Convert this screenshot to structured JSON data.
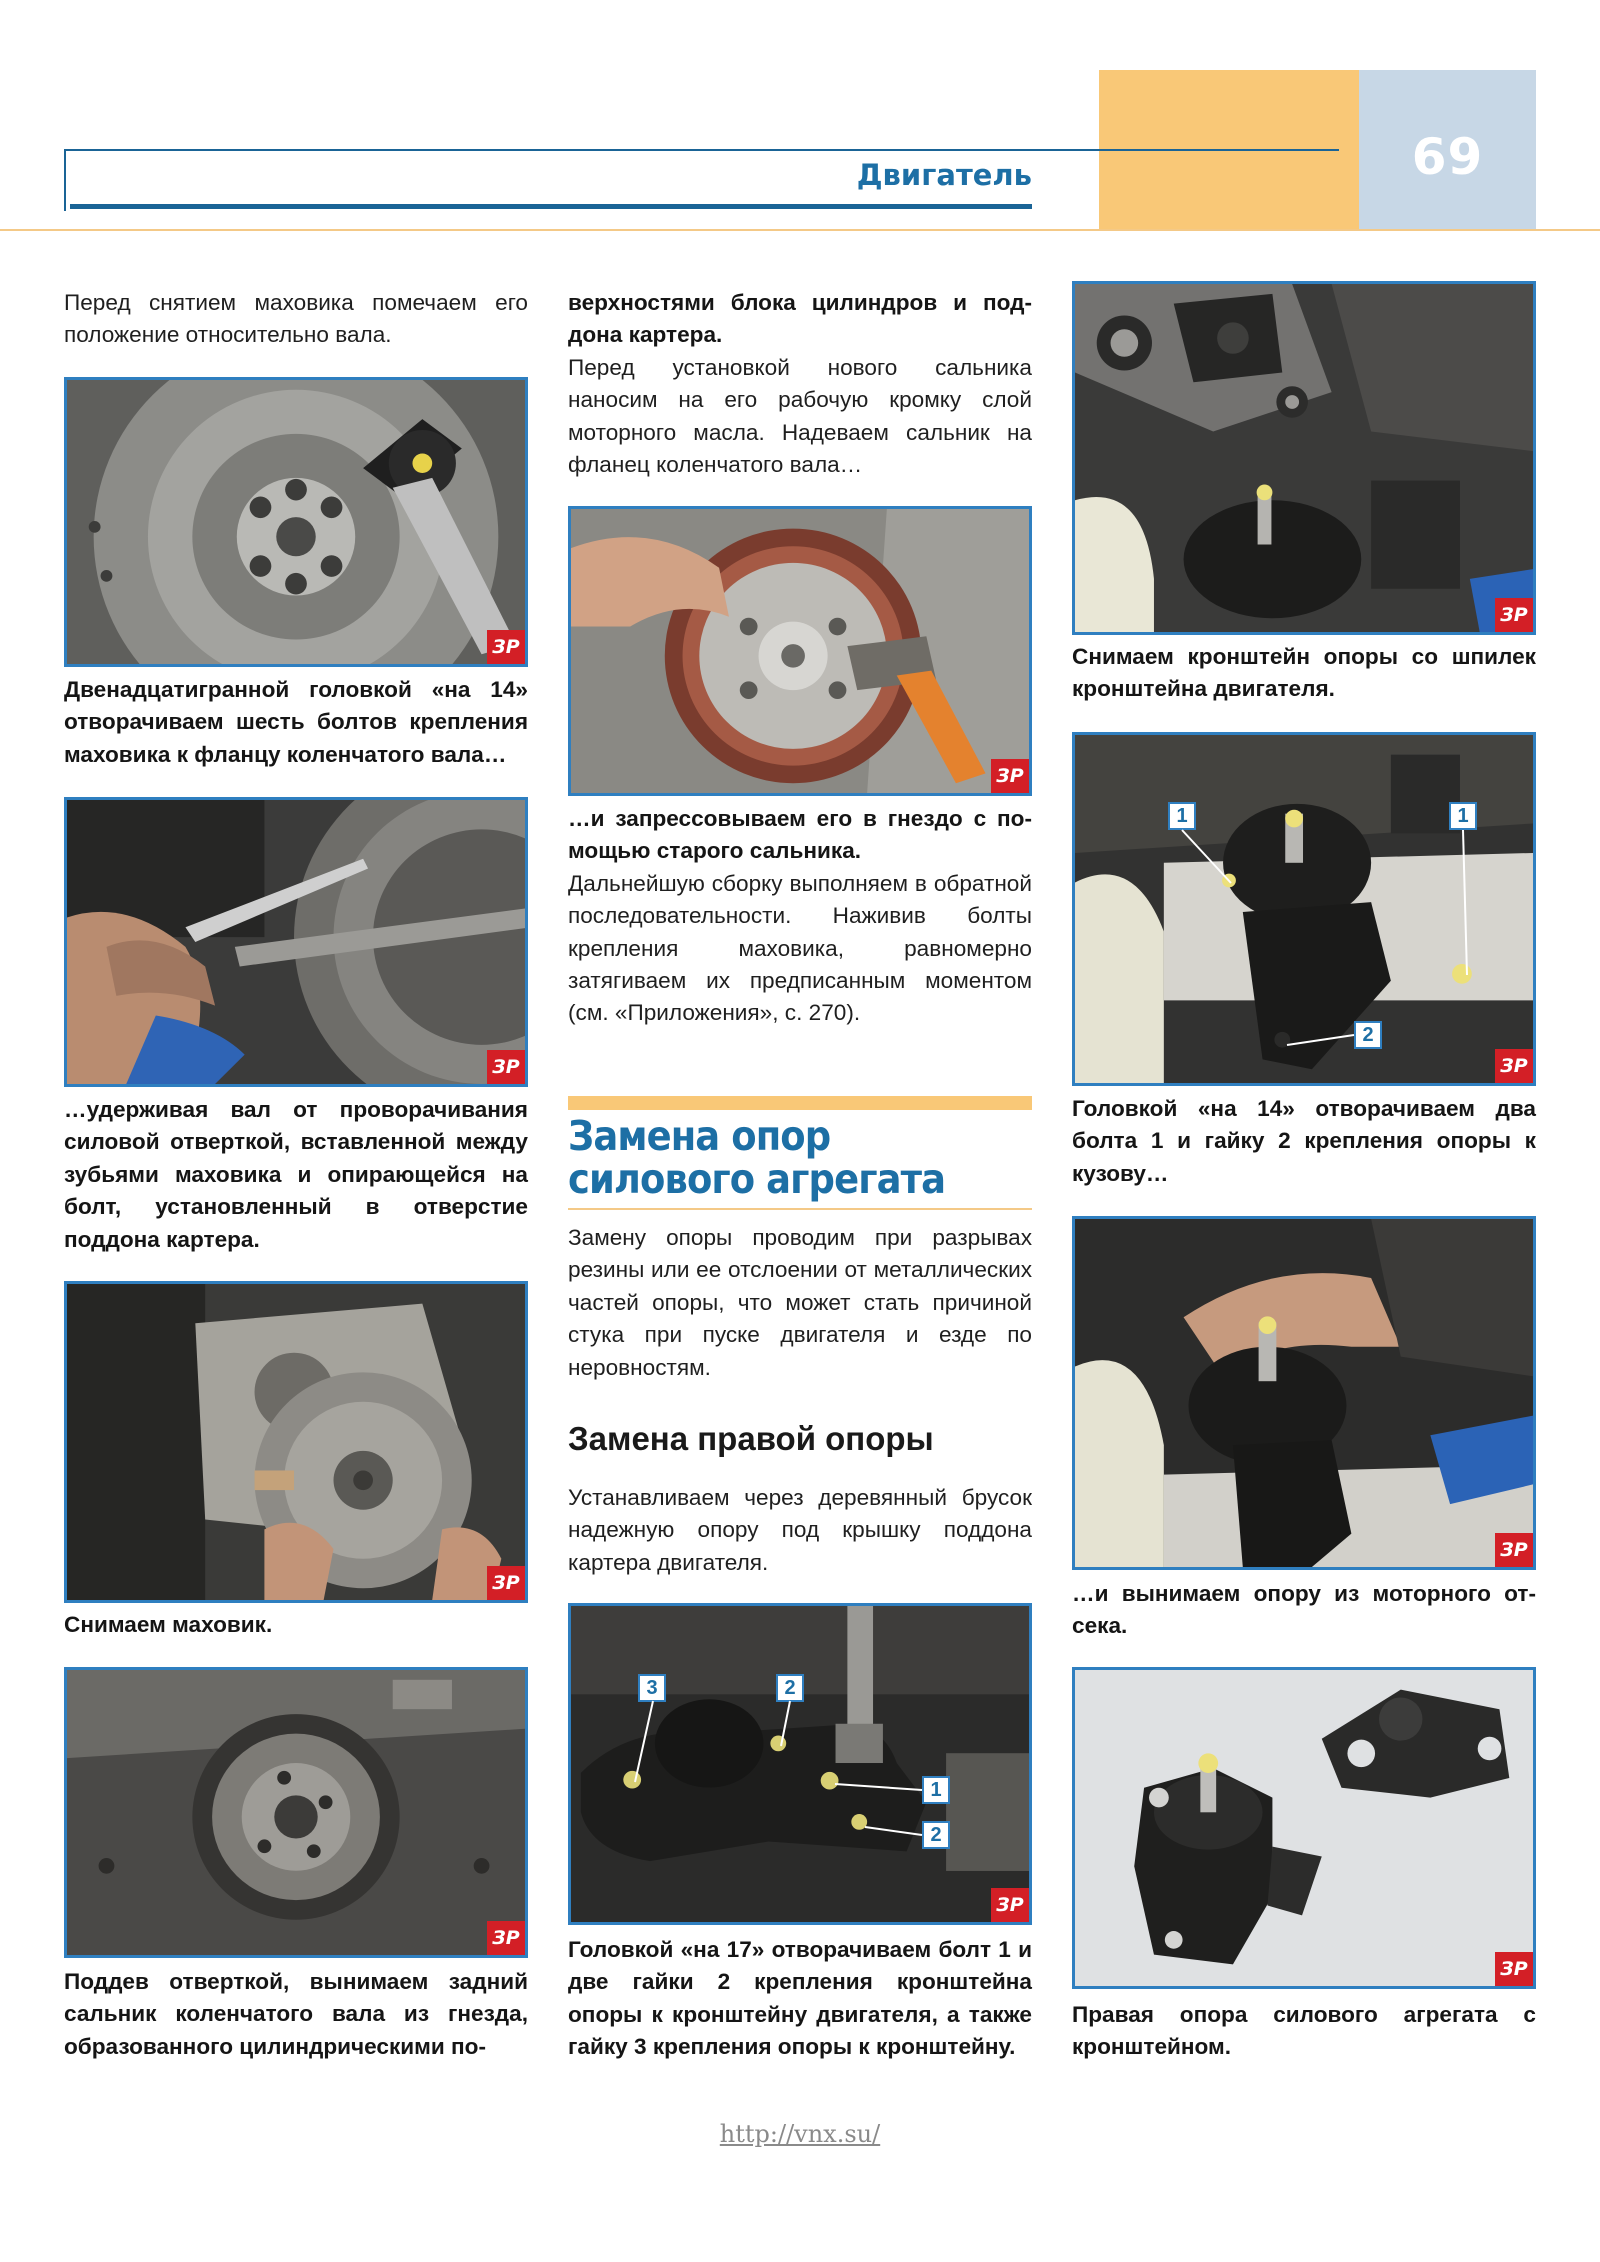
{
  "header": {
    "section": "Двигатель",
    "page_number": "69"
  },
  "col1": {
    "intro": "Перед снятием маховика помечаем его положение относительно вала.",
    "cap1": "Двенадцатигранной головкой «на 14» отворачиваем шесть болтов крепления маховика к фланцу коленчатого вала…",
    "cap2": "…удерживая вал от проворачивания силовой отверткой, вставленной меж­ду зубьями маховика и опирающейся на болт, установленный в отверстие поддона картера.",
    "cap3": "Снимаем маховик.",
    "cap4": "Поддев отверткой, вынимаем задний сальник коленчатого вала из гнезда, образованного цилиндрическими по-"
  },
  "col2": {
    "cont_bold": "верхностями блока цилиндров и под­дона картера.",
    "para1": "Перед установкой нового сальника наносим на его рабочую кромку слой моторного масла. Надеваем сальник на фланец коленчатого вала…",
    "cap5_bold": "…и запрессовываем его в гнездо с по­мощью старого сальника.",
    "para2": "Дальнейшую сборку выполняем в об­ратной последовательности. Наживив болты крепления маховика, равномер­но затягиваем их предписанным мо­ментом (см. «Приложения», с. 270).",
    "section_title_line1": "Замена опор",
    "section_title_line2": "силового агрегата",
    "section_intro": "Замену опоры проводим при разрывах резины или ее отслоении от металли­ческих частей опоры, что может стать причиной стука при пуске двигателя и езде по неровностям.",
    "subsection_title": "Замена правой опоры",
    "para3": "Устанавливаем через деревянный бру­сок надежную опору под крышку под­дона картера двигателя.",
    "cap6": "Головкой «на 17» отворачиваем болт 1 и две гайки 2 крепления кронштейна опоры к кронштейну двигателя, а также гайку 3 крепления опоры к кронштейну.",
    "callouts": [
      "3",
      "2",
      "1",
      "2"
    ]
  },
  "col3": {
    "cap7": "Снимаем кронштейн опоры со шпилек кронштейна двигателя.",
    "cap8": "Головкой «на 14» отворачиваем два болта 1 и гайку 2 крепления опоры к кузову…",
    "cap9": "…и вынимаем опору из моторного от­сека.",
    "cap10": "Правая опора силового агрегата с кронштейном.",
    "callouts": [
      "1",
      "1",
      "2"
    ]
  },
  "badge": "ЗР",
  "footer": {
    "url": "http://vnx.su/"
  },
  "colors": {
    "accent_blue": "#1d6fa5",
    "frame_blue": "#2f7fc0",
    "accent_orange": "#f9c877",
    "badge_red": "#d31f26"
  }
}
